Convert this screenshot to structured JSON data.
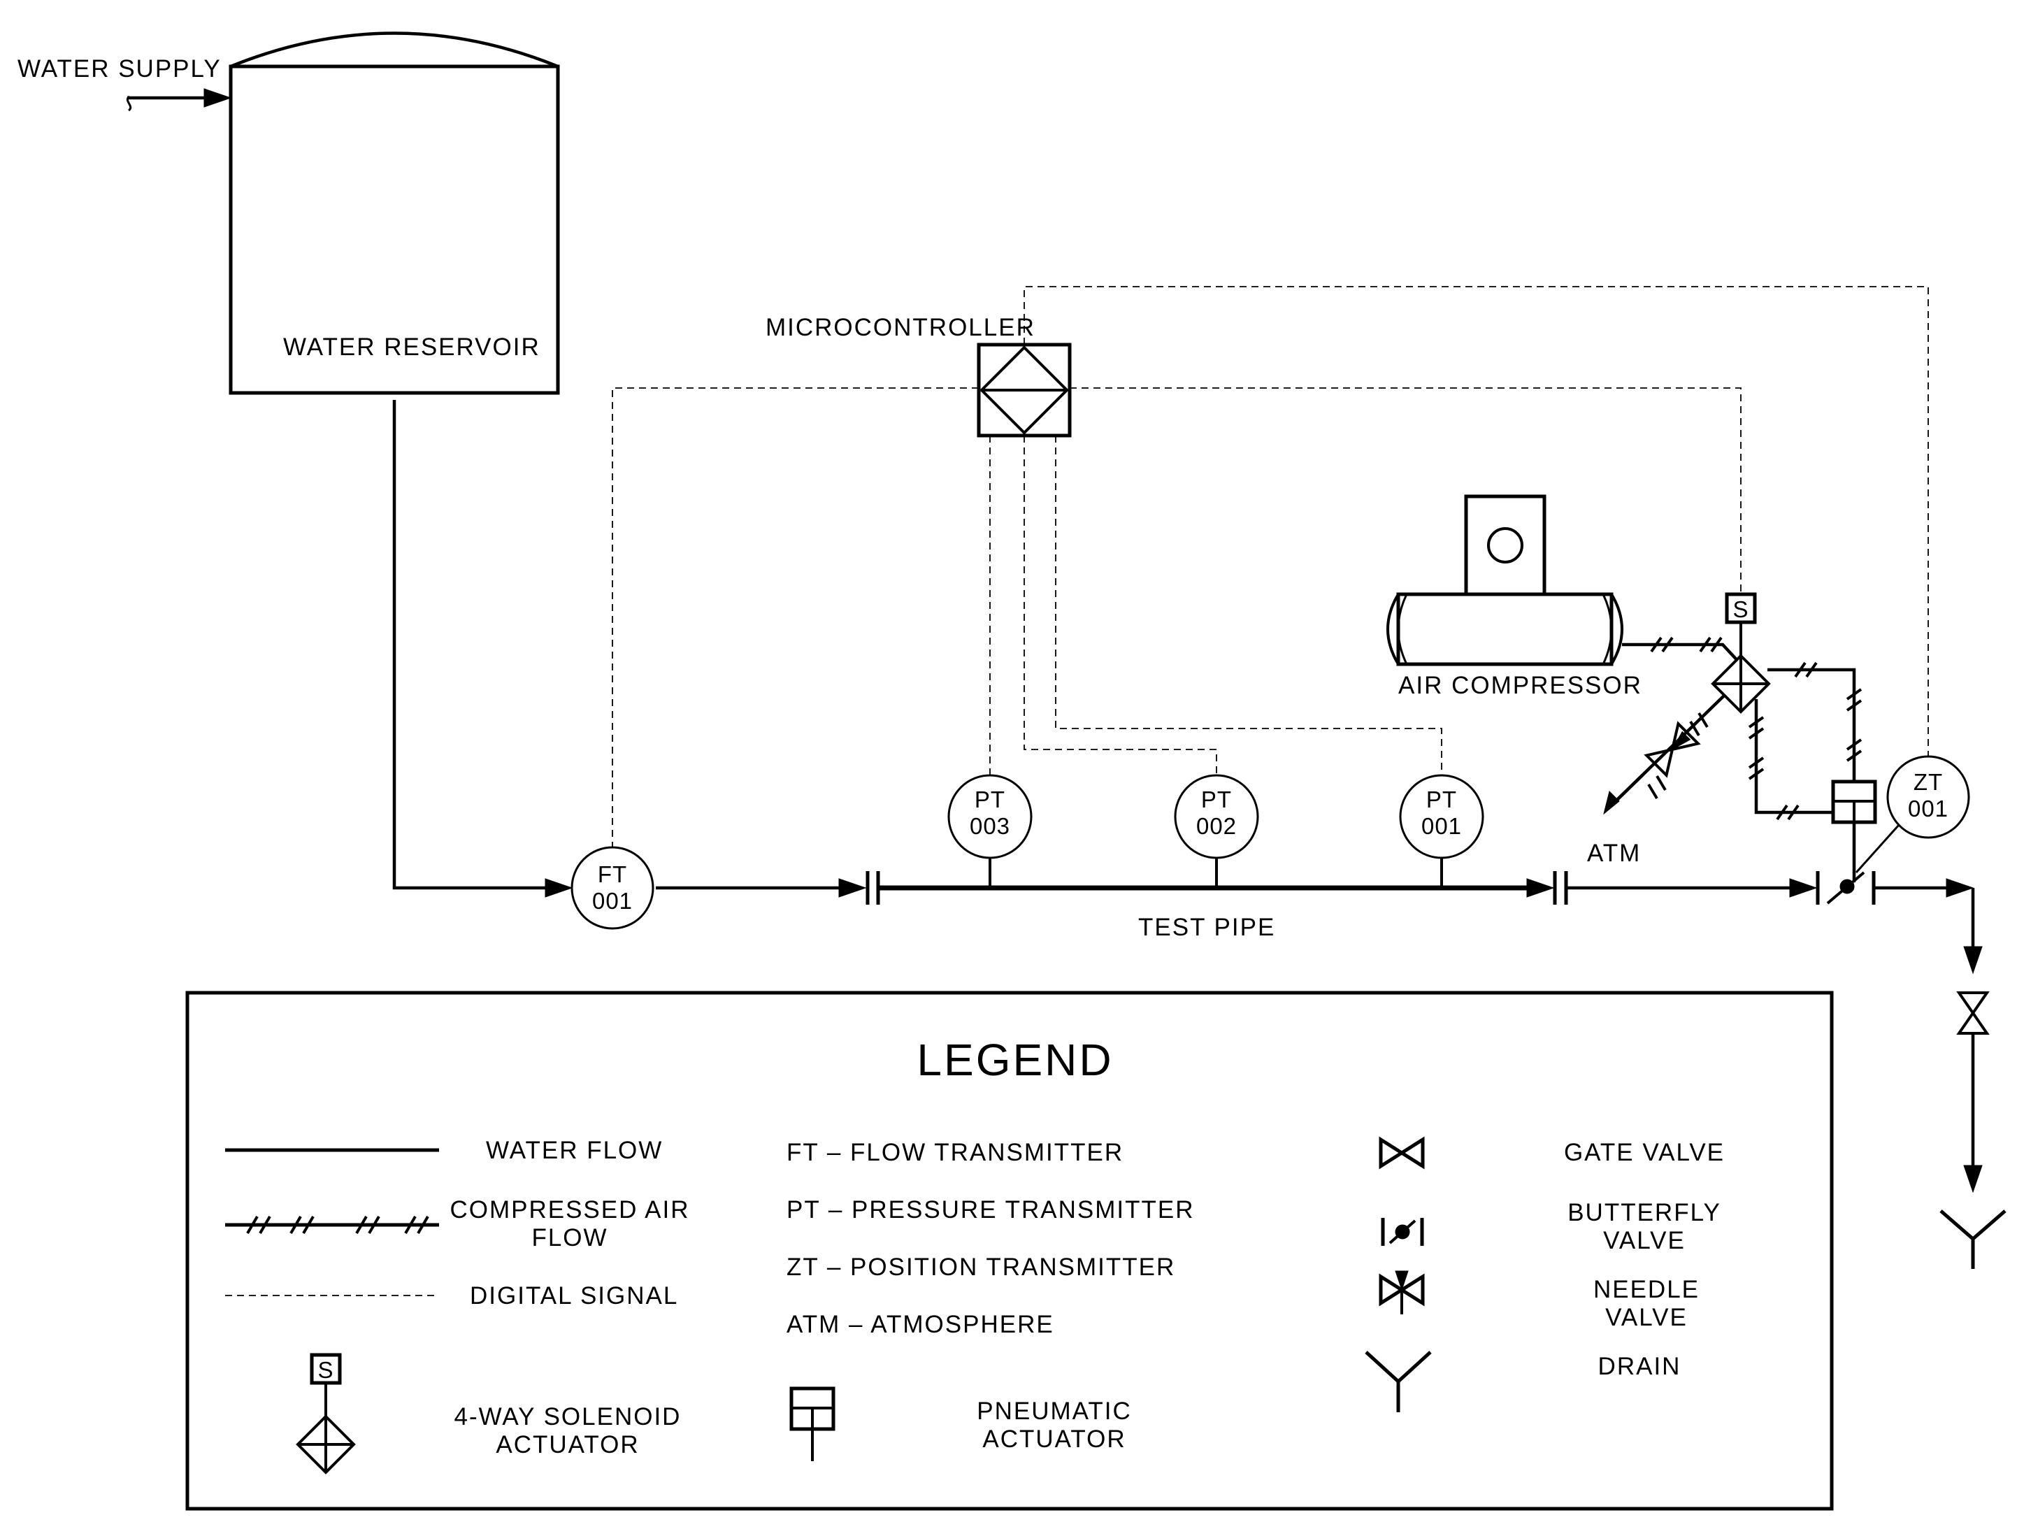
{
  "labels": {
    "water_supply": "WATER SUPPLY",
    "water_reservoir": "WATER RESERVOIR",
    "microcontroller": "MICROCONTROLLER",
    "air_compressor": "AIR COMPRESSOR",
    "test_pipe": "TEST PIPE",
    "atm": "ATM"
  },
  "instruments": {
    "ft001": [
      "FT",
      "001"
    ],
    "pt003": [
      "PT",
      "003"
    ],
    "pt002": [
      "PT",
      "002"
    ],
    "pt001": [
      "PT",
      "001"
    ],
    "zt001": [
      "ZT",
      "001"
    ]
  },
  "solenoid_letter": "S",
  "legend": {
    "title": "LEGEND",
    "water_flow": "WATER FLOW",
    "compressed_air_flow": [
      "COMPRESSED AIR",
      "FLOW"
    ],
    "digital_signal": "DIGITAL SIGNAL",
    "solenoid_actuator": [
      "4-WAY SOLENOID",
      "ACTUATOR"
    ],
    "ft": "FT – FLOW TRANSMITTER",
    "pt": "PT – PRESSURE TRANSMITTER",
    "zt": "ZT – POSITION TRANSMITTER",
    "atm": "ATM – ATMOSPHERE",
    "pneumatic_actuator": [
      "PNEUMATIC",
      "ACTUATOR"
    ],
    "gate_valve": "GATE VALVE",
    "butterfly_valve": [
      "BUTTERFLY",
      "VALVE"
    ],
    "needle_valve": [
      "NEEDLE",
      "VALVE"
    ],
    "drain": "DRAIN"
  }
}
